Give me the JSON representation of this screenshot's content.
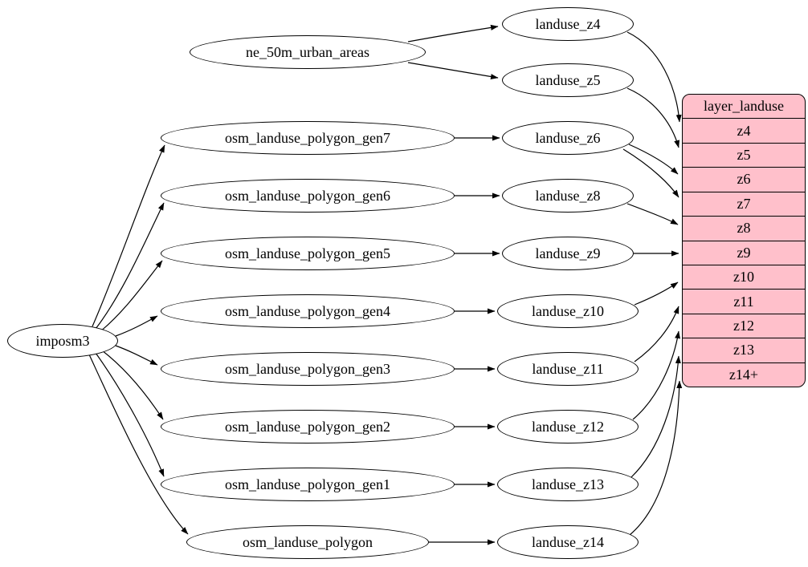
{
  "colors": {
    "background": "#ffffff",
    "node_fill": "#ffffff",
    "node_stroke": "#000000",
    "edge": "#000000",
    "table_fill": "#ffc0cb"
  },
  "nodes": {
    "imposm3": {
      "label": "imposm3"
    },
    "ne_50m_urban_areas": {
      "label": "ne_50m_urban_areas"
    },
    "osm_landuse_polygon_gen7": {
      "label": "osm_landuse_polygon_gen7"
    },
    "osm_landuse_polygon_gen6": {
      "label": "osm_landuse_polygon_gen6"
    },
    "osm_landuse_polygon_gen5": {
      "label": "osm_landuse_polygon_gen5"
    },
    "osm_landuse_polygon_gen4": {
      "label": "osm_landuse_polygon_gen4"
    },
    "osm_landuse_polygon_gen3": {
      "label": "osm_landuse_polygon_gen3"
    },
    "osm_landuse_polygon_gen2": {
      "label": "osm_landuse_polygon_gen2"
    },
    "osm_landuse_polygon_gen1": {
      "label": "osm_landuse_polygon_gen1"
    },
    "osm_landuse_polygon": {
      "label": "osm_landuse_polygon"
    },
    "landuse_z4": {
      "label": "landuse_z4"
    },
    "landuse_z5": {
      "label": "landuse_z5"
    },
    "landuse_z6": {
      "label": "landuse_z6"
    },
    "landuse_z8": {
      "label": "landuse_z8"
    },
    "landuse_z9": {
      "label": "landuse_z9"
    },
    "landuse_z10": {
      "label": "landuse_z10"
    },
    "landuse_z11": {
      "label": "landuse_z11"
    },
    "landuse_z12": {
      "label": "landuse_z12"
    },
    "landuse_z13": {
      "label": "landuse_z13"
    },
    "landuse_z14": {
      "label": "landuse_z14"
    }
  },
  "table": {
    "title": "layer_landuse",
    "rows": [
      "z4",
      "z5",
      "z6",
      "z7",
      "z8",
      "z9",
      "z10",
      "z11",
      "z12",
      "z13",
      "z14+"
    ]
  },
  "edges": [
    {
      "from": "imposm3",
      "to": "osm_landuse_polygon_gen7"
    },
    {
      "from": "imposm3",
      "to": "osm_landuse_polygon_gen6"
    },
    {
      "from": "imposm3",
      "to": "osm_landuse_polygon_gen5"
    },
    {
      "from": "imposm3",
      "to": "osm_landuse_polygon_gen4"
    },
    {
      "from": "imposm3",
      "to": "osm_landuse_polygon_gen3"
    },
    {
      "from": "imposm3",
      "to": "osm_landuse_polygon_gen2"
    },
    {
      "from": "imposm3",
      "to": "osm_landuse_polygon_gen1"
    },
    {
      "from": "imposm3",
      "to": "osm_landuse_polygon"
    },
    {
      "from": "ne_50m_urban_areas",
      "to": "landuse_z4"
    },
    {
      "from": "ne_50m_urban_areas",
      "to": "landuse_z5"
    },
    {
      "from": "osm_landuse_polygon_gen7",
      "to": "landuse_z6"
    },
    {
      "from": "osm_landuse_polygon_gen6",
      "to": "landuse_z8"
    },
    {
      "from": "osm_landuse_polygon_gen5",
      "to": "landuse_z9"
    },
    {
      "from": "osm_landuse_polygon_gen4",
      "to": "landuse_z10"
    },
    {
      "from": "osm_landuse_polygon_gen3",
      "to": "landuse_z11"
    },
    {
      "from": "osm_landuse_polygon_gen2",
      "to": "landuse_z12"
    },
    {
      "from": "osm_landuse_polygon_gen1",
      "to": "landuse_z13"
    },
    {
      "from": "osm_landuse_polygon",
      "to": "landuse_z14"
    },
    {
      "from": "landuse_z4",
      "to": "layer_landuse.z4"
    },
    {
      "from": "landuse_z5",
      "to": "layer_landuse.z5"
    },
    {
      "from": "landuse_z6",
      "to": "layer_landuse.z6"
    },
    {
      "from": "landuse_z6",
      "to": "layer_landuse.z7"
    },
    {
      "from": "landuse_z8",
      "to": "layer_landuse.z8"
    },
    {
      "from": "landuse_z9",
      "to": "layer_landuse.z9"
    },
    {
      "from": "landuse_z10",
      "to": "layer_landuse.z10"
    },
    {
      "from": "landuse_z11",
      "to": "layer_landuse.z11"
    },
    {
      "from": "landuse_z12",
      "to": "layer_landuse.z12"
    },
    {
      "from": "landuse_z13",
      "to": "layer_landuse.z13"
    },
    {
      "from": "landuse_z14",
      "to": "layer_landuse.z14+"
    }
  ]
}
